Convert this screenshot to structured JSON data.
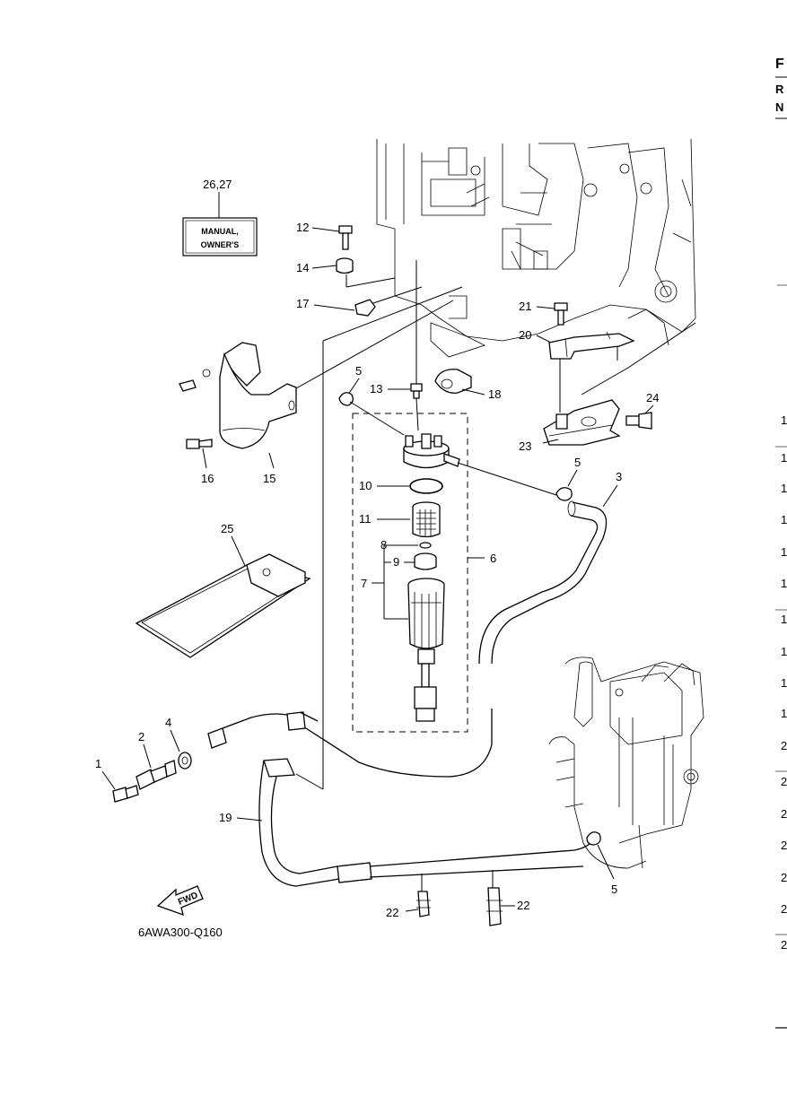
{
  "diagram": {
    "code": "6AWA300-Q160",
    "fwd_label": "FWD",
    "manual_label_line1": "MANUAL,",
    "manual_label_line2": "OWNER'S",
    "callouts": {
      "c1": "1",
      "c2": "2",
      "c3": "3",
      "c4": "4",
      "c5a": "5",
      "c5b": "5",
      "c5c": "5",
      "c6": "6",
      "c7": "7",
      "c8": "8",
      "c9": "9",
      "c10": "10",
      "c11": "11",
      "c12": "12",
      "c13": "13",
      "c14": "14",
      "c15": "15",
      "c16": "16",
      "c17": "17",
      "c18": "18",
      "c19": "19",
      "c20": "20",
      "c21": "21",
      "c22a": "22",
      "c22b": "22",
      "c23": "23",
      "c24": "24",
      "c25": "25",
      "c2627": "26,27"
    }
  },
  "right_edge": {
    "header": [
      "F",
      "R",
      "N"
    ],
    "rows": [
      "1",
      "1",
      "1",
      "1",
      "1",
      "1",
      "1",
      "1",
      "1",
      "1",
      "2",
      "2",
      "2",
      "2",
      "2",
      "2",
      "2"
    ]
  }
}
